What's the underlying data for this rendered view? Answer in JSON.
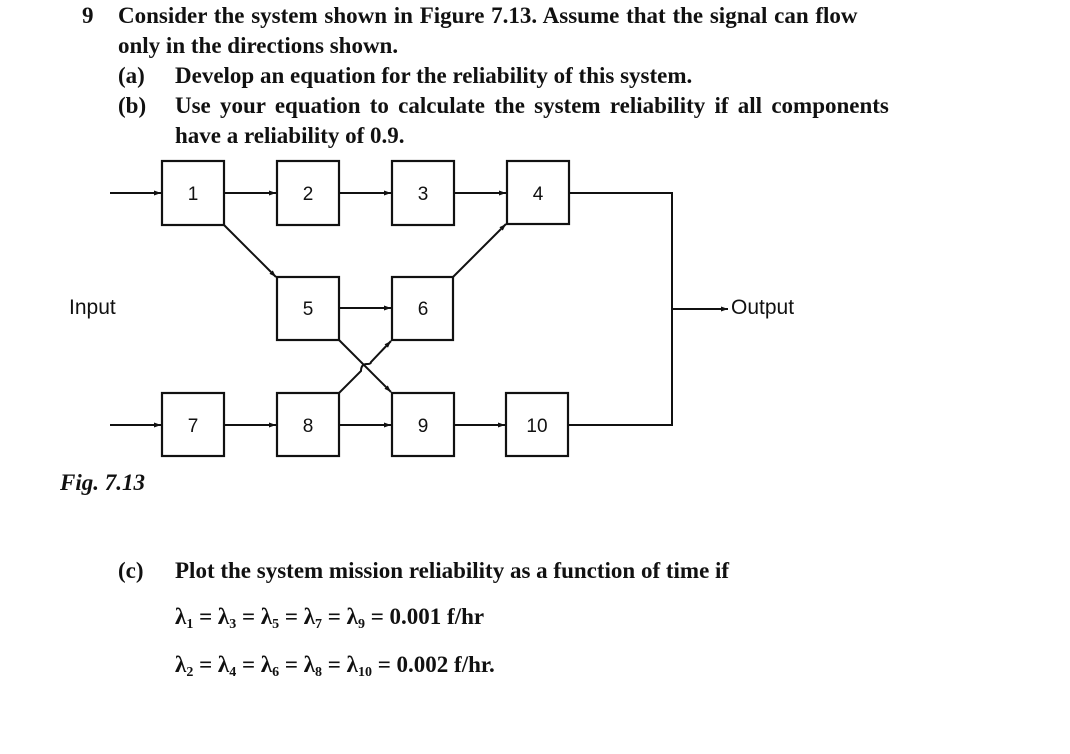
{
  "problem": {
    "number": "9",
    "intro_line1": "Consider the system shown in Figure 7.13. Assume that the signal can flow",
    "intro_line2": "only in the directions shown.",
    "parts": [
      {
        "label": "(a)",
        "text": "Develop an equation for the reliability of this system."
      },
      {
        "label": "(b)",
        "text_line1": "Use your equation to calculate the system reliability if all components",
        "text_line2": "have a reliability of 0.9."
      },
      {
        "label": "(c)",
        "text": "Plot the system mission reliability as a function of time if"
      }
    ],
    "equations": [
      {
        "lambdas": [
          "1",
          "3",
          "5",
          "7",
          "9"
        ],
        "value": "0.001 f/hr"
      },
      {
        "lambdas": [
          "2",
          "4",
          "6",
          "8",
          "10"
        ],
        "value": "0.002 f/hr."
      }
    ]
  },
  "figure": {
    "caption": "Fig. 7.13",
    "input_label": "Input",
    "output_label": "Output",
    "components": [
      {
        "id": "1",
        "label": "1"
      },
      {
        "id": "2",
        "label": "2"
      },
      {
        "id": "3",
        "label": "3"
      },
      {
        "id": "4",
        "label": "4"
      },
      {
        "id": "5",
        "label": "5"
      },
      {
        "id": "6",
        "label": "6"
      },
      {
        "id": "7",
        "label": "7"
      },
      {
        "id": "8",
        "label": "8"
      },
      {
        "id": "9",
        "label": "9"
      },
      {
        "id": "10",
        "label": "10"
      }
    ],
    "connections": [
      [
        "input",
        "1"
      ],
      [
        "1",
        "2"
      ],
      [
        "2",
        "3"
      ],
      [
        "3",
        "4"
      ],
      [
        "4",
        "output"
      ],
      [
        "1",
        "5"
      ],
      [
        "5",
        "6"
      ],
      [
        "6",
        "4"
      ],
      [
        "5",
        "9"
      ],
      [
        "input",
        "7"
      ],
      [
        "7",
        "8"
      ],
      [
        "8",
        "9"
      ],
      [
        "8",
        "6"
      ],
      [
        "9",
        "10"
      ],
      [
        "10",
        "output"
      ]
    ]
  }
}
